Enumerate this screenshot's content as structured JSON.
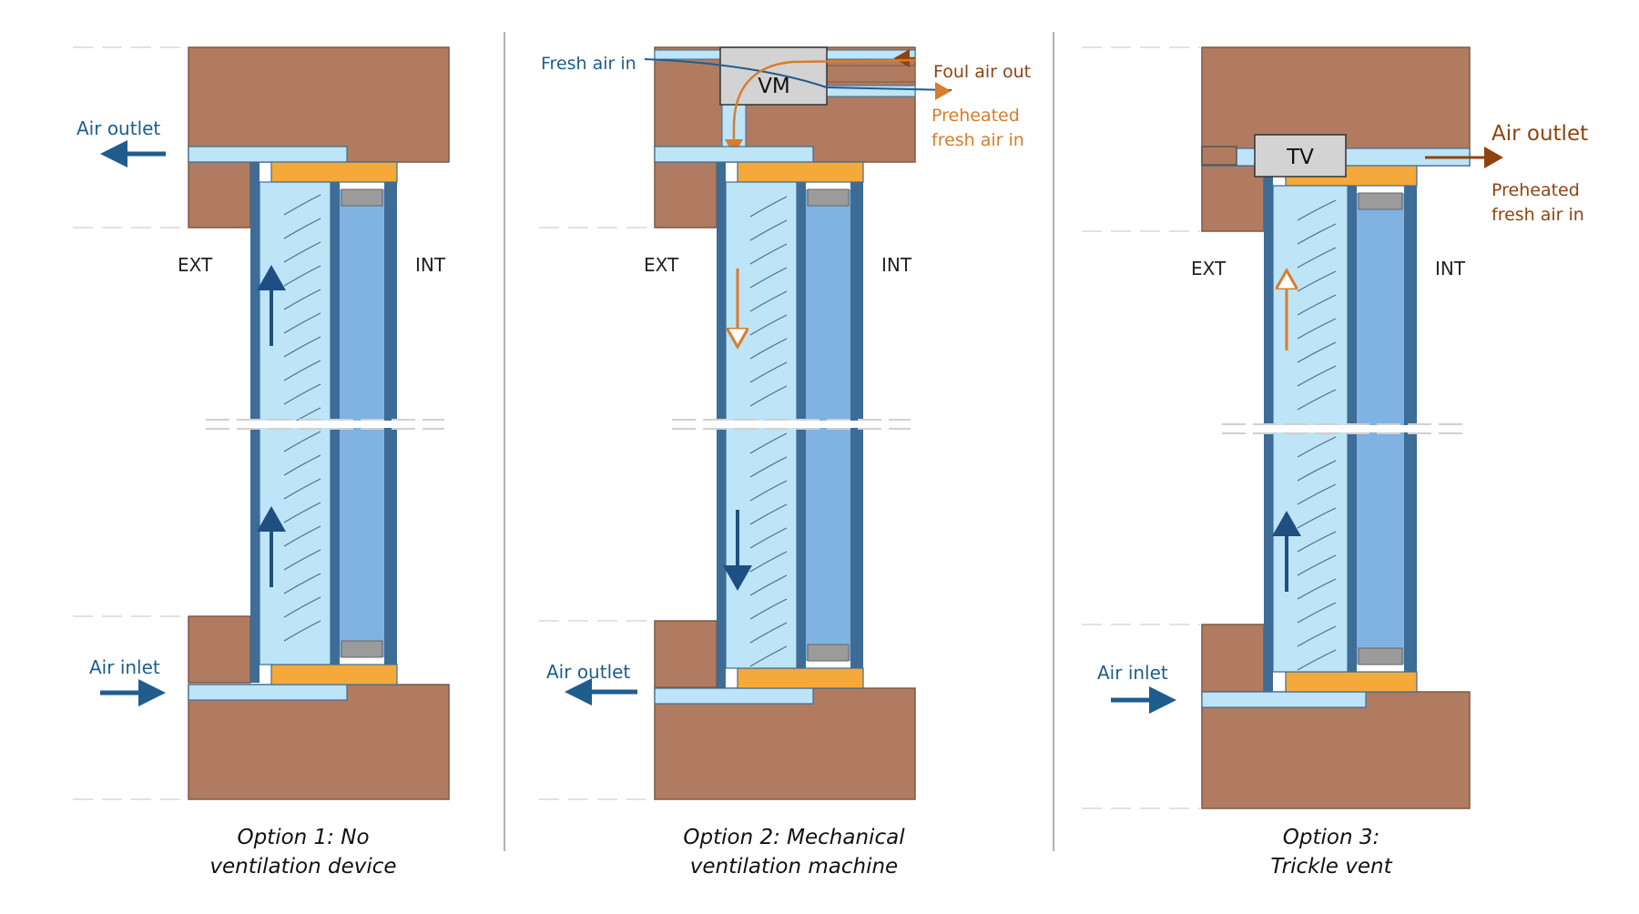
{
  "colors": {
    "brick": "#b07b60",
    "brick_stroke": "#7f5a44",
    "cavity": "#bde4f7",
    "frame": "#3d6d96",
    "glass": "#80b2e2",
    "spacer": "#f5a93a",
    "seal": "#9b9b9b",
    "device": "#d3d3d3",
    "blue_text": "#1f5d8d",
    "arrow_blue": "#1f4f82",
    "orange": "#d97c2b",
    "brown": "#8f4310"
  },
  "labels": {
    "ext": "EXT",
    "int": "INT"
  },
  "panels": [
    {
      "labels": {
        "outlet": "Air outlet",
        "inlet": "Air inlet"
      },
      "caption": [
        "Option 1: No",
        "ventilation device"
      ]
    },
    {
      "device": "VM",
      "labels": {
        "fresh_in": "Fresh air in",
        "foul_out": "Foul air out",
        "preheated_1": "Preheated",
        "preheated_2": "fresh air in",
        "outlet": "Air outlet"
      },
      "caption": [
        "Option 2: Mechanical",
        "ventilation machine"
      ]
    },
    {
      "device": "TV",
      "labels": {
        "outlet": "Air outlet",
        "preheated_1": "Preheated",
        "preheated_2": "fresh air in",
        "inlet": "Air inlet"
      },
      "caption": [
        "Option 3:",
        "Trickle vent"
      ]
    }
  ]
}
